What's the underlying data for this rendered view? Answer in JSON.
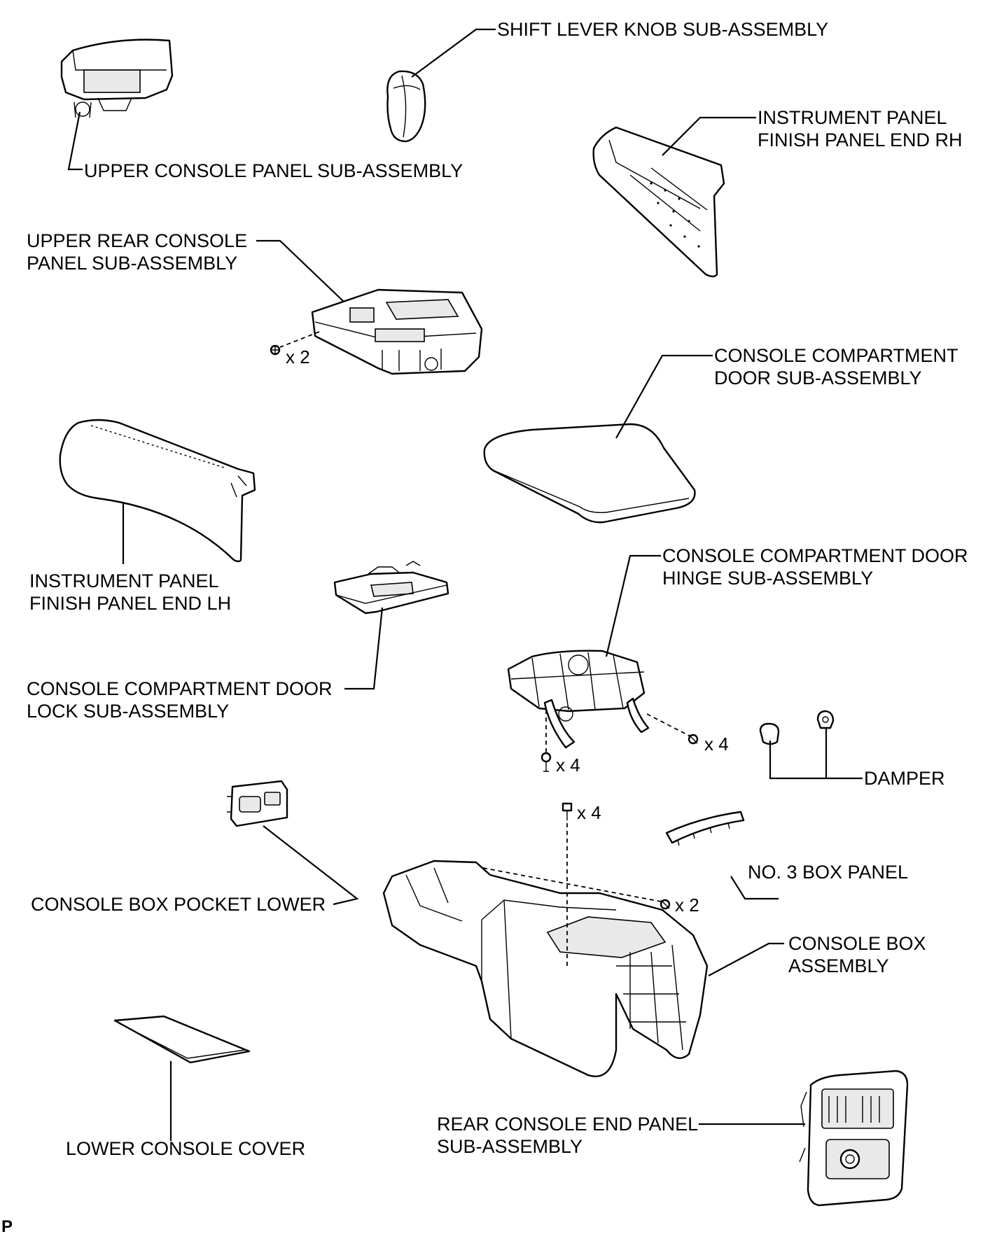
{
  "labels": {
    "shift_lever_knob": "SHIFT LEVER KNOB SUB-ASSEMBLY",
    "upper_console_panel": "UPPER CONSOLE PANEL SUB-ASSEMBLY",
    "ip_finish_rh_1": "INSTRUMENT PANEL",
    "ip_finish_rh_2": "FINISH PANEL END RH",
    "upper_rear_console_1": "UPPER REAR CONSOLE",
    "upper_rear_console_2": "PANEL SUB-ASSEMBLY",
    "console_door_1": "CONSOLE COMPARTMENT",
    "console_door_2": "DOOR SUB-ASSEMBLY",
    "ip_finish_lh_1": "INSTRUMENT PANEL",
    "ip_finish_lh_2": "FINISH PANEL END LH",
    "door_hinge_1": "CONSOLE COMPARTMENT DOOR",
    "door_hinge_2": "HINGE SUB-ASSEMBLY",
    "door_lock_1": "CONSOLE COMPARTMENT DOOR",
    "door_lock_2": "LOCK SUB-ASSEMBLY",
    "damper": "DAMPER",
    "no3_box_panel": "NO. 3 BOX PANEL",
    "box_pocket_lower": "CONSOLE BOX POCKET LOWER",
    "console_box_1": "CONSOLE BOX",
    "console_box_2": "ASSEMBLY",
    "lower_console_cover": "LOWER CONSOLE COVER",
    "rear_end_panel_1": "REAR CONSOLE END PANEL",
    "rear_end_panel_2": "SUB-ASSEMBLY"
  },
  "quantities": {
    "upper_rear_screws": "x 2",
    "hinge_screws_right": "x 4",
    "hinge_screws_lower": "x 4",
    "box_bolts_top": "x 4",
    "box_screws_right": "x 2"
  },
  "figure_code": "P"
}
